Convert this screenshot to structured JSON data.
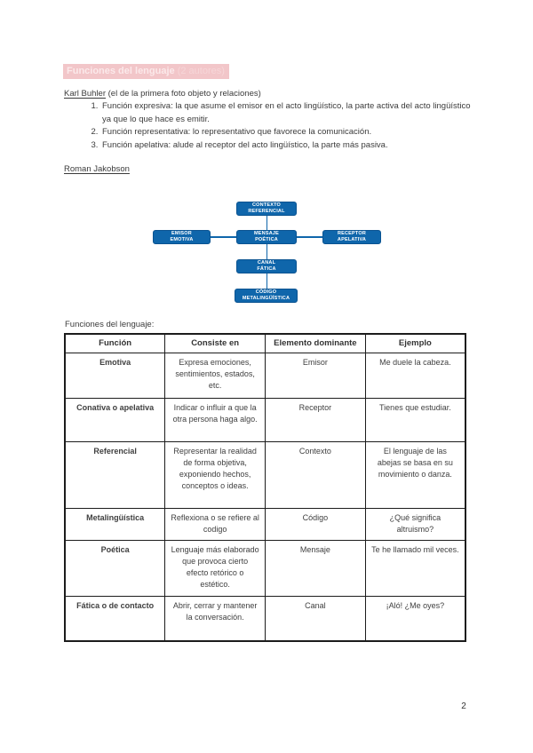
{
  "title": {
    "text": "Funciones del lenguaje",
    "suffix": " (2 autores)"
  },
  "buhler": {
    "author": "Karl Buhler",
    "author_note": " (el de la primera foto objeto y relaciones)",
    "items": [
      "Función expresiva: la que asume el emisor en el acto lingüístico, la parte activa del acto lingüístico ya que lo que hace es emitir.",
      "Función representativa: lo representativo que favorece la comunicación.",
      "Función apelativa: alude al receptor del acto lingüístico,  la parte más pasiva."
    ]
  },
  "jakobson": {
    "author": "Roman Jakobson"
  },
  "diagram": {
    "boxes": [
      {
        "id": "contexto",
        "line1": "CONTEXTO",
        "line2": "REFERENCIAL"
      },
      {
        "id": "emisor",
        "line1": "EMISOR",
        "line2": "EMOTIVA"
      },
      {
        "id": "mensaje",
        "line1": "MENSAJE",
        "line2": "POÉTICA"
      },
      {
        "id": "receptor",
        "line1": "RECEPTOR",
        "line2": "APELATIVA"
      },
      {
        "id": "canal",
        "line1": "CANAL",
        "line2": "FÁTICA"
      },
      {
        "id": "codigo",
        "line1": "CÓDIGO",
        "line2": "METALINGÜÍSTICA"
      }
    ],
    "box_color": "#0f66ab"
  },
  "table": {
    "caption": "Funciones del lenguaje:",
    "headers": [
      "Función",
      "Consiste en",
      "Elemento dominante",
      "Ejemplo"
    ],
    "rows": [
      [
        "Emotiva",
        "Expresa emociones, sentimientos, estados, etc.",
        "Emisor",
        "Me duele la cabeza."
      ],
      [
        "Conativa o apelativa",
        "Indicar o influir a que la otra persona haga algo.",
        "Receptor",
        "Tienes que estudiar."
      ],
      [
        "Referencial",
        "Representar la realidad de forma objetiva, exponiendo hechos, conceptos o ideas.",
        "Contexto",
        "El lenguaje de las abejas se basa en su movimiento o danza."
      ],
      [
        "Metalingüística",
        "Reflexiona o se refiere al codigo",
        "Código",
        "¿Qué significa altruismo?"
      ],
      [
        "Poética",
        "Lenguaje más elaborado que provoca cierto efecto retórico o estético.",
        "Mensaje",
        "Te he llamado mil veces."
      ],
      [
        "Fática o de contacto",
        "Abrir, cerrar y mantener la conversación.",
        "Canal",
        "¡Aló! ¿Me oyes?"
      ]
    ]
  },
  "page": {
    "number": "2",
    "highlight_color": "#f2c6c9"
  }
}
